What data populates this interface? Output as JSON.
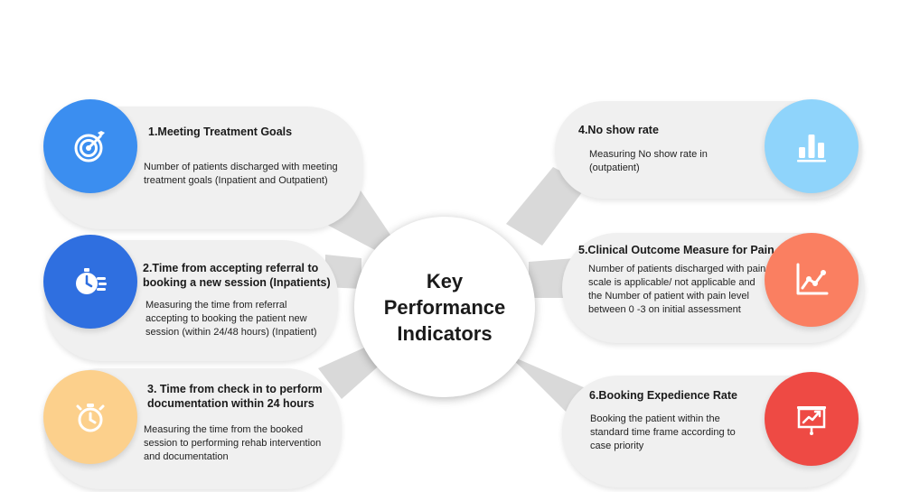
{
  "center": {
    "line1": "Key",
    "line2": "Performance",
    "line3": "Indicators"
  },
  "kpis": [
    {
      "title": "1.Meeting Treatment Goals",
      "description": "Number of patients discharged with meeting treatment goals (Inpatient and Outpatient)",
      "icon": "target-icon",
      "color": "#3b8ef0"
    },
    {
      "title": "2.Time from accepting referral to booking a new session (Inpatients)",
      "description": "Measuring the time from referral accepting to booking the patient new session (within 24/48 hours) (Inpatient)",
      "icon": "stopwatch-list-icon",
      "color": "#2f6fe0"
    },
    {
      "title": "3. Time from check in to perform documentation within 24 hours",
      "description": "Measuring the time from the booked session to performing rehab intervention and documentation",
      "icon": "stopwatch-icon",
      "color": "#fcd08c"
    },
    {
      "title": "4.No show rate",
      "description": "Measuring No show rate in (outpatient)",
      "icon": "bar-chart-icon",
      "color": "#8fd4fb"
    },
    {
      "title": "5.Clinical Outcome Measure for Pain",
      "description": "Number of patients discharged with pain scale is applicable/ not applicable and the Number of patient with pain level between 0 -3 on initial assessment",
      "icon": "line-graph-icon",
      "color": "#fa7f61"
    },
    {
      "title": "6.Booking Expedience Rate",
      "description": "Booking the patient within the standard time frame according to case priority",
      "icon": "presentation-board-icon",
      "color": "#ee4a44"
    }
  ]
}
